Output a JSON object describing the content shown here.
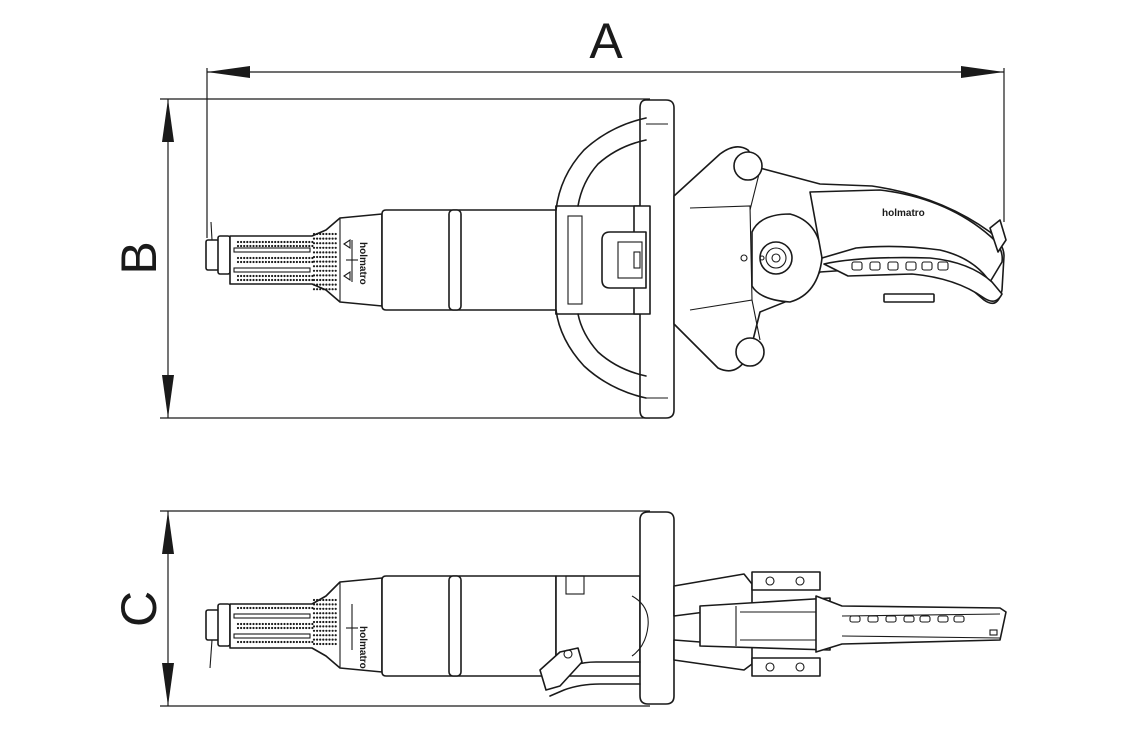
{
  "dimensions": {
    "a": "A",
    "b": "B",
    "c": "C"
  },
  "brand": {
    "blade": "holmatro",
    "handle_top": "holmatro",
    "handle_side": "holmatro"
  }
}
